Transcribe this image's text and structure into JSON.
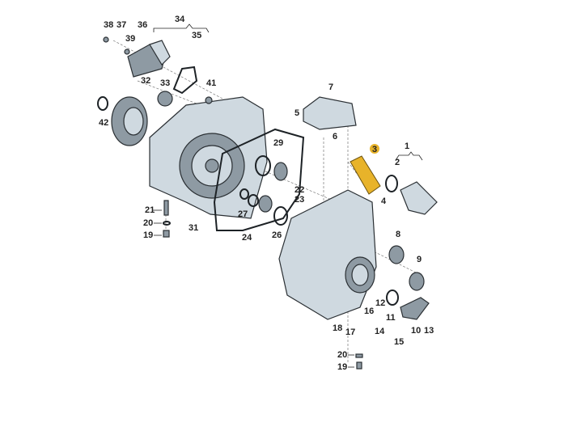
{
  "diagram": {
    "highlight_color": "#e8b32a",
    "highlighted_callout": "3",
    "callouts": [
      "38",
      "37",
      "36",
      "34",
      "35",
      "39",
      "32",
      "33",
      "41",
      "42",
      "7",
      "5",
      "6",
      "29",
      "3",
      "1",
      "2",
      "22",
      "23",
      "4",
      "21",
      "20",
      "19",
      "31",
      "27",
      "24",
      "26",
      "8",
      "9",
      "12",
      "16",
      "11",
      "18",
      "17",
      "14",
      "10",
      "13",
      "15",
      "20",
      "19"
    ]
  }
}
